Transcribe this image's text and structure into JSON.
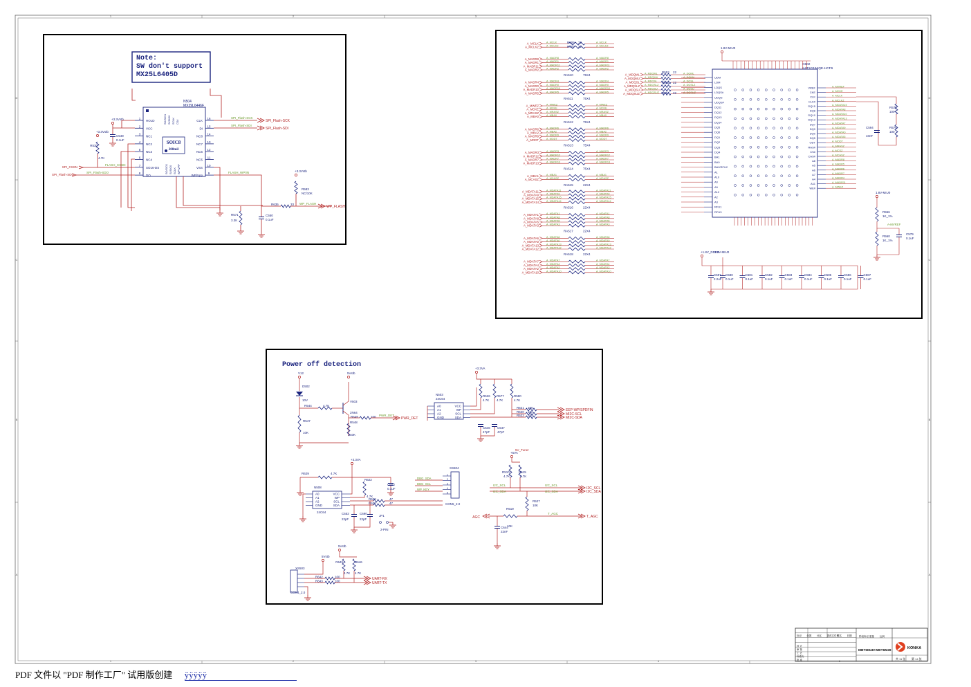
{
  "frame": {
    "col_marks": [
      "5",
      "4",
      "3",
      "2",
      "1"
    ],
    "row_marks": [
      "D",
      "C",
      "B",
      "A"
    ]
  },
  "flash_block": {
    "note": [
      "Note:",
      "SW don't support",
      "MX25L6405D"
    ],
    "ic_ref": "N504",
    "ic_part": "MX29L6446F",
    "pkg": [
      "SOIC8",
      "208mil"
    ],
    "pkg_alt": "SO16-DS",
    "pins_left": [
      {
        "n": "1",
        "name": "HOLD"
      },
      {
        "n": "2",
        "name": "VCC"
      },
      {
        "n": "3",
        "name": "NC1"
      },
      {
        "n": "4",
        "name": "NC2"
      },
      {
        "n": "5",
        "name": "NC3"
      },
      {
        "n": "6",
        "name": "NC4"
      },
      {
        "n": "7",
        "name": "SO16-DS"
      },
      {
        "n": "8",
        "name": "DO"
      }
    ],
    "pins_right": [
      {
        "n": "16",
        "name": "CLK"
      },
      {
        "n": "15",
        "name": "DI"
      },
      {
        "n": "14",
        "name": "NC8"
      },
      {
        "n": "13",
        "name": "NC7"
      },
      {
        "n": "12",
        "name": "NC6"
      },
      {
        "n": "11",
        "name": "NC5"
      },
      {
        "n": "10",
        "name": "VSS"
      },
      {
        "n": "9",
        "name": "WP/Vpp"
      }
    ],
    "nets": {
      "sck": "SPI_Flash-SCK",
      "sdi": "SPI_Flash-SDI",
      "csn": "SPI_CSSN",
      "csn_local": "FLASH_CSSN",
      "sdo": "SPI_Flash-SDO",
      "sdo_local": "SPI_Flash-SDO",
      "wp": "WP_FLASH",
      "wp_local": "FLASH_WP/IN",
      "v33": "+3.3Vstb",
      "v33b": "+3.3Vstb"
    },
    "parts": [
      {
        "ref": "C549",
        "val": "0.1uF"
      },
      {
        "ref": "R530",
        "val": "4.7K"
      },
      {
        "ref": "R583",
        "val": "NC/10K"
      },
      {
        "ref": "R635",
        "val": "33"
      },
      {
        "ref": "R571",
        "val": "3.3K"
      },
      {
        "ref": "C550",
        "val": "0.1uF"
      }
    ]
  },
  "ddr_block": {
    "ic_ref": "N502",
    "ic_part": "K4T1G164QE-HCF6",
    "rail": "1.8V-MIU0",
    "rail2": "+1.8V_DDR2",
    "left_nets": [
      [
        "A_MCLK",
        "A_MCLKZ"
      ],
      [
        "A_MADR8",
        "A_MADR1",
        "A_MADR11",
        "A_MADR2"
      ],
      [
        "A_MADR4",
        "A_MADR0",
        "A_MADR10",
        "A_MADR5"
      ],
      [
        "A_MWEZ",
        "A_MCKE",
        "A_MRASZ",
        "A_MBA0"
      ],
      [
        "A_MADR6",
        "A_MBA2",
        "A_MADR9",
        "A_MODT"
      ],
      [
        "A_MADR3",
        "A_MADR12",
        "A_MADR7",
        "A_MADR13"
      ],
      [
        "A_MBA1",
        "A_MCASZ"
      ],
      [
        "A_MDATA11",
        "A_MDATA9",
        "A_MDATA15",
        "A_MDATA14"
      ],
      [
        "A_MDATA1",
        "A_MDATA8",
        "A_MDATA5",
        "A_MDATA3"
      ],
      [
        "A_MDATA6",
        "A_MDATA0",
        "A_MDATA13",
        "A_MDATA12"
      ],
      [
        "A_MDATA7",
        "A_MDATA4",
        "A_MDATA2",
        "A_MDATA10"
      ]
    ],
    "rnets": [
      "RA510",
      "RA511",
      "RA512",
      "RA513",
      "RA514",
      "RA515",
      "RA516",
      "RA517",
      "RA518"
    ],
    "rnet_val": "75X4",
    "rnet_val2": "22X4",
    "r_single": [
      {
        "ref": "R506",
        "val": "22"
      },
      {
        "ref": "R507",
        "val": "22"
      },
      {
        "ref": "R513",
        "val": "75"
      },
      {
        "ref": "R514",
        "val": "75"
      }
    ],
    "dqs_nets": [
      "A_MDQML",
      "A_MDQMU",
      "A_MDQSL",
      "A_MDQSLZ",
      "A_MDQSU",
      "A_MDQSUZ"
    ],
    "dqs_res": [
      {
        "ref": "R553",
        "val": "22"
      },
      {
        "ref": "R552",
        "val": "22"
      },
      {
        "ref": "R554",
        "val": "22"
      }
    ],
    "ic_left_pins": [
      "UDM",
      "LDM",
      "LDQS",
      "LDQS#",
      "UDQS",
      "UDQS#",
      "DQ11",
      "DQ12",
      "DQ13",
      "DQ14",
      "DQ5",
      "DQ6",
      "DQ1",
      "DQ2",
      "DQ3",
      "DQ4",
      "BA1",
      "BA0",
      "BA2/RFU2",
      "A1",
      "A10",
      "A0",
      "A9",
      "A12",
      "A2",
      "A3",
      "RFU1",
      "RFU3"
    ],
    "ic_right_pins": [
      "VREF",
      "CKE",
      "CLK",
      "CLK#",
      "DQ15",
      "DQ8",
      "DQ10",
      "DQ13",
      "DQ7",
      "DQ9",
      "DQ0",
      "DQ5",
      "ODT",
      "RAS#",
      "CS#",
      "CAS#",
      "A8",
      "A5",
      "A6",
      "A7",
      "A4",
      "A11",
      "WE#"
    ],
    "right_nets": [
      "A_MVREF",
      "A_MCKE",
      "A_MCLK",
      "A_MCLKZ",
      "A_MDATA15",
      "A_MDATA8",
      "A_MDATA10",
      "A_MDATA13",
      "A_MDATA7",
      "A_MDATA9",
      "A_MDATA0",
      "A_MDATA5",
      "A_MODT",
      "A_MRASZ",
      "A_MCSZ",
      "A_MCASZ",
      "A_MADR8",
      "A_MADR5",
      "A_MADR6",
      "A_MADR7",
      "A_MADR4",
      "A_MADR11",
      "A_MWEZ"
    ],
    "vref_parts": [
      {
        "ref": "R575",
        "val": "100"
      },
      {
        "ref": "R576",
        "val": "100"
      },
      {
        "ref": "C594",
        "val": "10nF"
      }
    ],
    "vref_div": [
      {
        "ref": "R556",
        "val": "1K_1%"
      },
      {
        "ref": "R560",
        "val": "1K_1%"
      },
      {
        "ref": "C579",
        "val": "0.1uF"
      }
    ],
    "vref_net": "A-MVREF",
    "caps": [
      {
        "ref": "C597",
        "val": "2.2uF"
      },
      {
        "ref": "C580",
        "val": "0.1uF"
      },
      {
        "ref": "C581",
        "val": "0.1uF"
      },
      {
        "ref": "C582",
        "val": "0.1uF"
      },
      {
        "ref": "C583",
        "val": "0.1uF"
      },
      {
        "ref": "C584",
        "val": "0.1uF"
      },
      {
        "ref": "C585",
        "val": "0.1uF"
      },
      {
        "ref": "C586",
        "val": "0.1uF"
      },
      {
        "ref": "C587",
        "val": "0.1uF"
      }
    ]
  },
  "power_block": {
    "title": "Power off detection",
    "v12": "V12",
    "v5": "5Vstb",
    "v33a": "+3.3VA",
    "v5a": "+5VA",
    "det": {
      "parts": [
        {
          "ref": "D502",
          "val": "10V"
        },
        {
          "ref": "R544",
          "val": "4.7K"
        },
        {
          "ref": "V503",
          "val": "2N64"
        },
        {
          "ref": "R547",
          "val": "10K"
        },
        {
          "ref": "R549",
          "val": "100"
        },
        {
          "ref": "R548",
          "val": "10K"
        }
      ],
      "net": "PWR_DET",
      "net_local": "PWR_DET"
    },
    "eeprom1": {
      "ref": "N503",
      "part": "24C64",
      "pins_l": [
        "A0",
        "A1",
        "A2",
        "GND"
      ],
      "pins_r": [
        "VCC",
        "WP",
        "SCL",
        "SDA"
      ],
      "res": [
        {
          "ref": "R526",
          "val": "4.7K"
        },
        {
          "ref": "R577",
          "val": "4.7K"
        },
        {
          "ref": "R580",
          "val": "4.7K"
        },
        {
          "ref": "R521",
          "val": "100"
        },
        {
          "ref": "R520",
          "val": "100"
        },
        {
          "ref": "R522",
          "val": "100"
        }
      ],
      "caps": [
        {
          "ref": "C546",
          "val": "47pF"
        },
        {
          "ref": "C547",
          "val": "47pF"
        }
      ],
      "nets": [
        "EEP-WP/SPDFIN",
        "MI2C-SCL",
        "MI2C-SDA"
      ]
    },
    "eeprom2": {
      "ref": "N508",
      "part": "24C64",
      "pins_l": [
        "A0",
        "A1",
        "A2",
        "GND"
      ],
      "pins_r": [
        "VCC",
        "WP",
        "SCL",
        "SDA"
      ],
      "res": [
        {
          "ref": "R629",
          "val": "4.7K"
        },
        {
          "ref": "R622",
          "val": "4.7K"
        },
        {
          "ref": "R628",
          "val": "47"
        },
        {
          "ref": "R625",
          "val": "47"
        }
      ],
      "caps": [
        {
          "ref": "C603",
          "val": "0.1uF"
        },
        {
          "ref": "C552",
          "val": "22pF"
        },
        {
          "ref": "C690",
          "val": "22pF"
        }
      ],
      "jp": "JP1",
      "jp_val": "2-PIN",
      "conn": "XS504",
      "conn_val": "CON5_2.0",
      "conn_nets": [
        "DBG_SDA",
        "DBG_SCL",
        "WP_KEY"
      ]
    },
    "i2c": {
      "rail": "5V_Tuner",
      "res": [
        {
          "ref": "R510",
          "val": "4.7K"
        },
        {
          "ref": "R615",
          "val": "4.7K"
        },
        {
          "ref": "R527",
          "val": "10K"
        },
        {
          "ref": "R519",
          "val": "10K"
        }
      ],
      "cap": {
        "ref": "C644",
        "val": "22nF"
      },
      "nets": [
        "I2C_SCL",
        "I2C_SDA",
        "AGC",
        "T_AGC"
      ]
    },
    "uart": {
      "conn": "XS503",
      "conn_val": "CON4_2.0",
      "res": [
        {
          "ref": "R642",
          "val": "100"
        },
        {
          "ref": "R643",
          "val": "100"
        },
        {
          "ref": "R645",
          "val": "4.7K"
        },
        {
          "ref": "R646",
          "val": "4.7K"
        }
      ],
      "nets": [
        "UART-RX",
        "UART-TX"
      ]
    }
  },
  "title_block": {
    "board": "MBT6M48+MBT6M28",
    "brand": "KONKA",
    "sheet": "共 11 张",
    "page": "第 14 张",
    "rows": [
      "标记",
      "处数",
      "分区",
      "更改文件号",
      "签名",
      "日期"
    ],
    "roles": [
      "设 计",
      "审 核",
      "工 艺",
      "标准化",
      "批 准"
    ],
    "cols": [
      "阶段标记",
      "重量",
      "比例"
    ]
  },
  "footer": {
    "text": "PDF 文件以 \"PDF 制作工厂\" 试用版创建",
    "link": "ÿÿÿÿÿ"
  }
}
